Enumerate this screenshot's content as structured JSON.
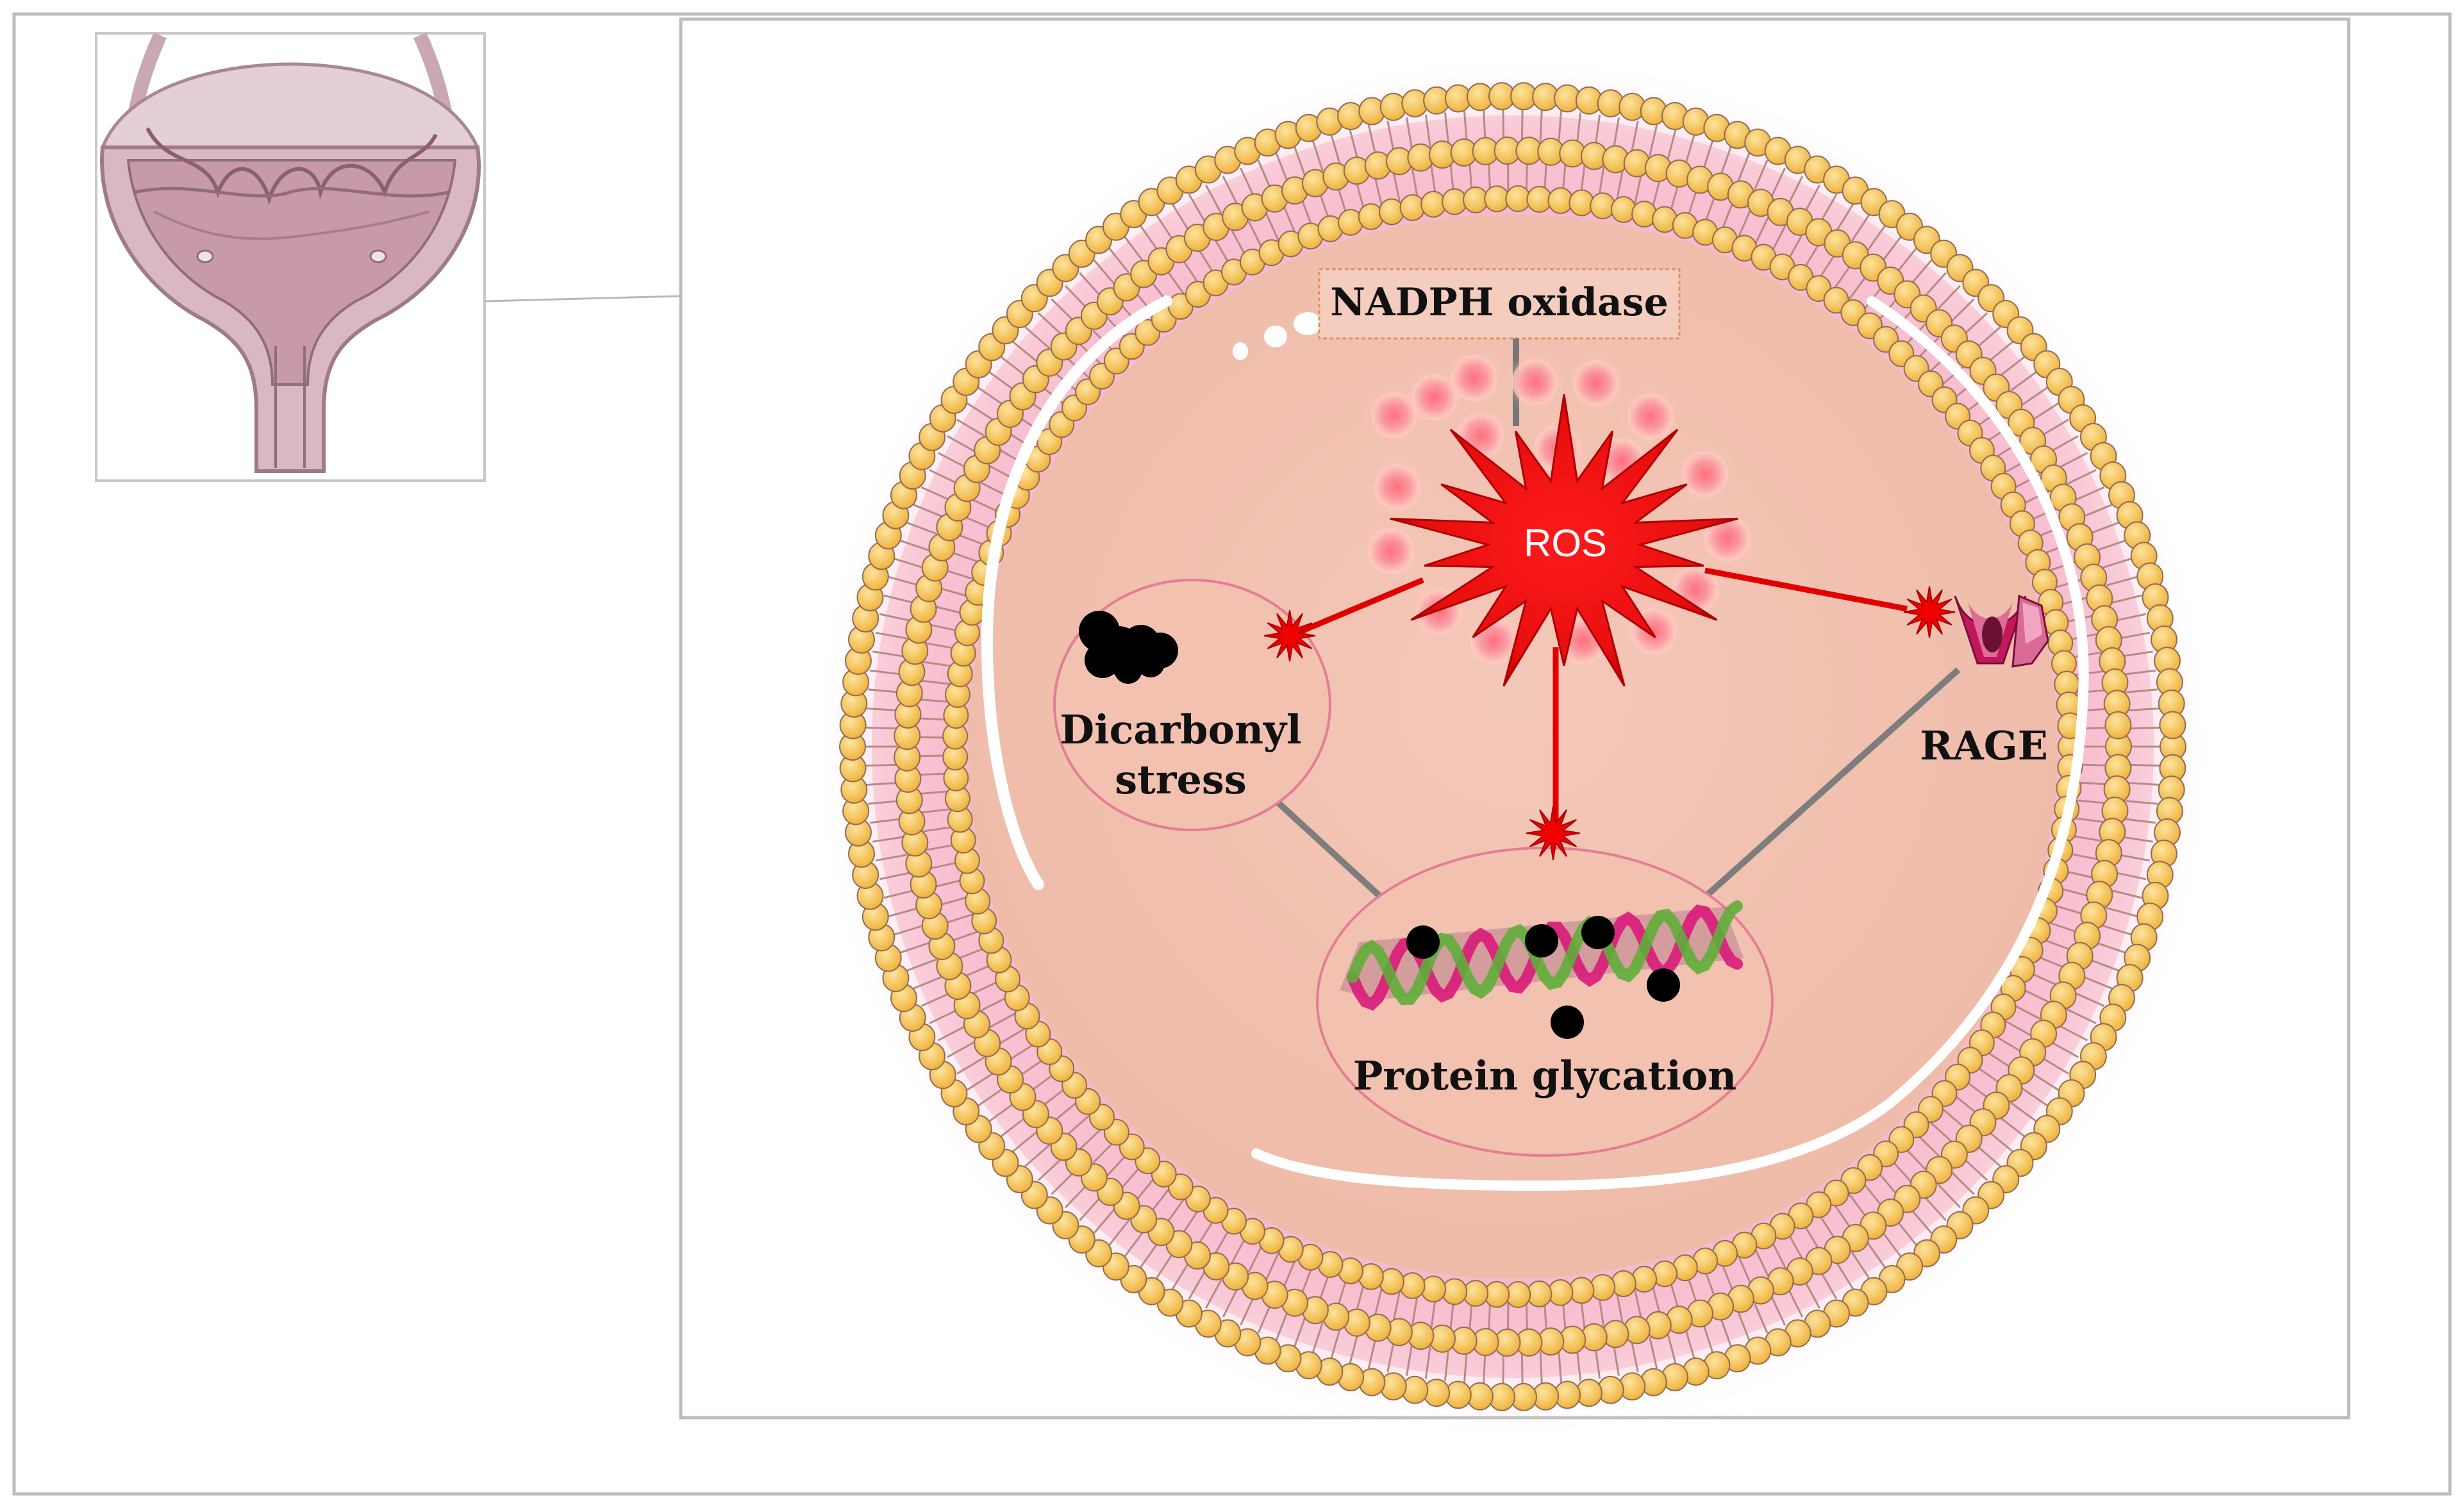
{
  "labels": {
    "nadph": "NADPH oxidase",
    "ros": "ROS",
    "dicarbonyl_line1": "Dicarbonyl",
    "dicarbonyl_line2": "stress",
    "rage": "RAGE",
    "protein_glycation": "Protein glycation"
  },
  "colors": {
    "cell_fill": "#f2c2b3",
    "membrane_bead": "#f7c75a",
    "membrane_glow": "#f3a6c0",
    "ros_burst": "#ee1c1c",
    "arrow": "#e00000",
    "connector": "#808080",
    "bladder": "#d8b6c0"
  },
  "icons": [
    "bladder-illustration",
    "ros-burst-icon",
    "rage-receptor-icon",
    "protein-helix-icon",
    "dicarbonyl-cluster-icon"
  ]
}
